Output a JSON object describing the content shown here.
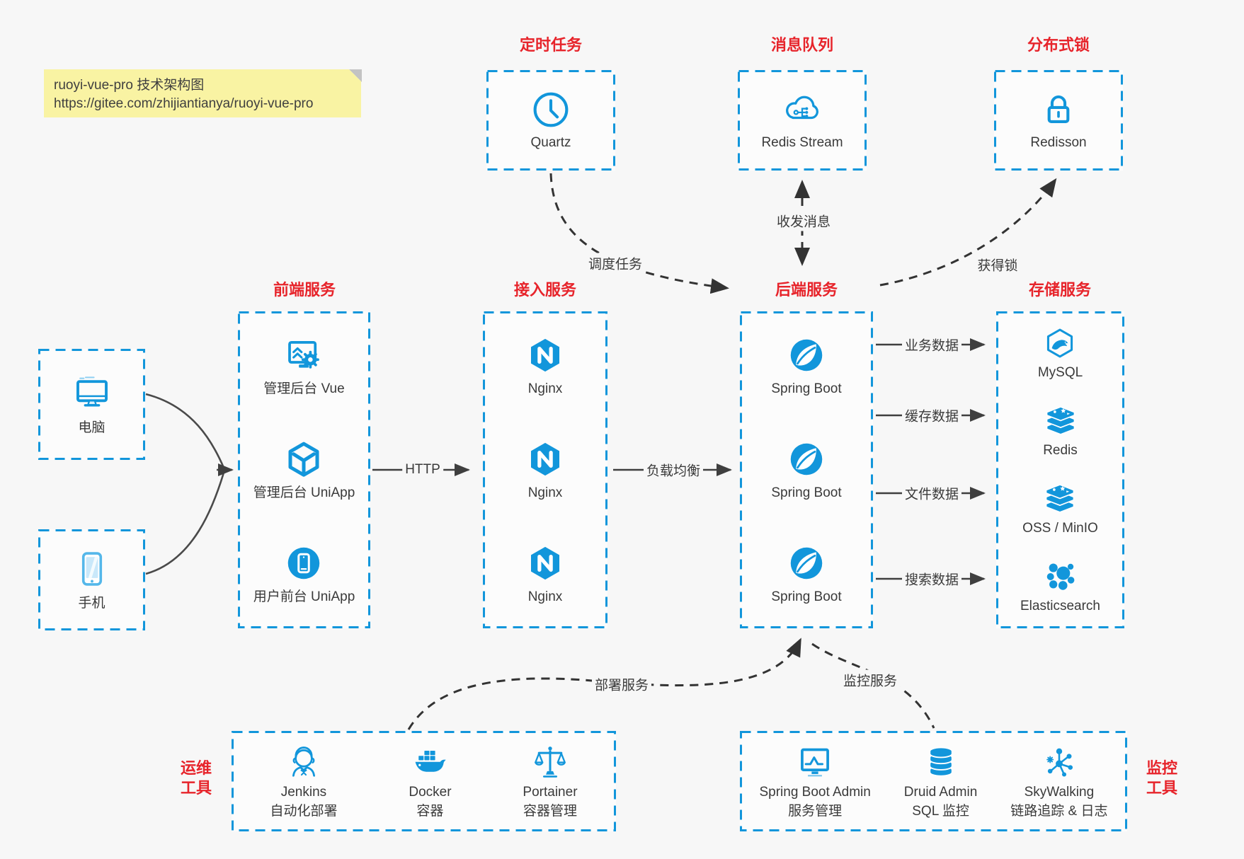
{
  "colors": {
    "accent": "#1296db",
    "title_red": "#e7242b",
    "arrow_dark": "#3f3f3f",
    "dashed_arrow": "#333333",
    "note_bg": "#f9f3a3",
    "background": "#f7f7f7"
  },
  "note": {
    "line1": "ruoyi-vue-pro 技术架构图",
    "line2": "https://gitee.com/zhijiantianya/ruoyi-vue-pro"
  },
  "diagram": {
    "groups": [
      {
        "id": "scheduled",
        "title": "定时任务",
        "items": [
          {
            "icon": "clock-icon",
            "label": "Quartz"
          }
        ]
      },
      {
        "id": "mq",
        "title": "消息队列",
        "items": [
          {
            "icon": "cloud-stream-icon",
            "label": "Redis Stream"
          }
        ]
      },
      {
        "id": "lock",
        "title": "分布式锁",
        "items": [
          {
            "icon": "lock-icon",
            "label": "Redisson"
          }
        ]
      },
      {
        "id": "pc",
        "items": [
          {
            "icon": "desktop-icon",
            "label": "电脑"
          }
        ]
      },
      {
        "id": "phone",
        "items": [
          {
            "icon": "smartphone-icon",
            "label": "手机"
          }
        ]
      },
      {
        "id": "frontend",
        "title": "前端服务",
        "items": [
          {
            "icon": "admin-vue-icon",
            "label": "管理后台 Vue"
          },
          {
            "icon": "uniapp-cube-icon",
            "label": "管理后台 UniApp"
          },
          {
            "icon": "user-app-icon",
            "label": "用户前台 UniApp"
          }
        ]
      },
      {
        "id": "gateway",
        "title": "接入服务",
        "items": [
          {
            "icon": "nginx-icon",
            "label": "Nginx"
          },
          {
            "icon": "nginx-icon",
            "label": "Nginx"
          },
          {
            "icon": "nginx-icon",
            "label": "Nginx"
          }
        ]
      },
      {
        "id": "backend",
        "title": "后端服务",
        "items": [
          {
            "icon": "spring-boot-icon",
            "label": "Spring Boot"
          },
          {
            "icon": "spring-boot-icon",
            "label": "Spring Boot"
          },
          {
            "icon": "spring-boot-icon",
            "label": "Spring Boot"
          }
        ]
      },
      {
        "id": "storage",
        "title": "存储服务",
        "items": [
          {
            "icon": "mysql-icon",
            "label": "MySQL"
          },
          {
            "icon": "redis-stack-icon",
            "label": "Redis"
          },
          {
            "icon": "oss-stack-icon",
            "label": "OSS / MinIO"
          },
          {
            "icon": "elasticsearch-icon",
            "label": "Elasticsearch"
          }
        ]
      },
      {
        "id": "ops",
        "title_lines": [
          "运维",
          "工具"
        ],
        "items": [
          {
            "icon": "jenkins-icon",
            "label": "Jenkins",
            "label2": "自动化部署"
          },
          {
            "icon": "docker-icon",
            "label": "Docker",
            "label2": "容器"
          },
          {
            "icon": "portainer-icon",
            "label": "Portainer",
            "label2": "容器管理"
          }
        ]
      },
      {
        "id": "monitor",
        "title_lines": [
          "监控",
          "工具"
        ],
        "items": [
          {
            "icon": "sba-icon",
            "label": "Spring Boot Admin",
            "label2": "服务管理"
          },
          {
            "icon": "druid-icon",
            "label": "Druid Admin",
            "label2": "SQL 监控"
          },
          {
            "icon": "skywalking-icon",
            "label": "SkyWalking",
            "label2": "链路追踪 & 日志"
          }
        ]
      }
    ]
  },
  "edges": {
    "http": "HTTP",
    "load_balance": "负载均衡",
    "schedule": "调度任务",
    "messages": "收发消息",
    "get_lock": "获得锁",
    "biz_data": "业务数据",
    "cache_data": "缓存数据",
    "file_data": "文件数据",
    "search_data": "搜索数据",
    "deploy": "部署服务",
    "monitoring": "监控服务"
  }
}
